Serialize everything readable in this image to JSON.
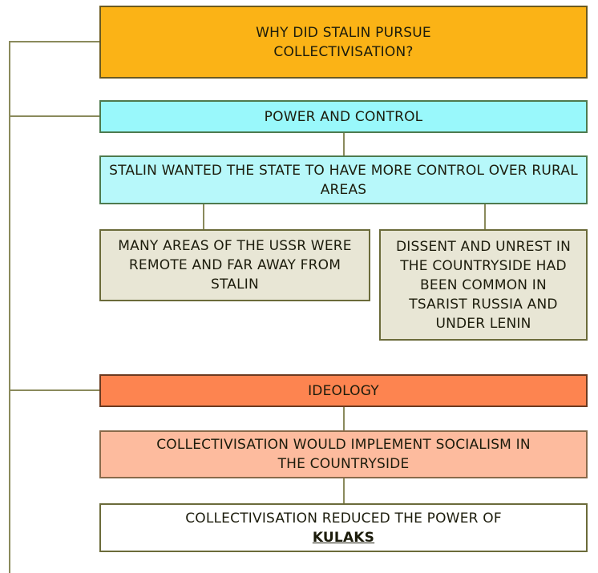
{
  "title": {
    "text": "WHY DID STALIN PURSUE COLLECTIVISATION?",
    "color": "#fbb316"
  },
  "sections": [
    {
      "heading": "POWER AND CONTROL",
      "heading_color": "#99f8fb",
      "statement": "STALIN WANTED THE STATE TO HAVE MORE CONTROL OVER RURAL AREAS",
      "statement_color": "#b7f8fa",
      "reasons": [
        {
          "text": "MANY AREAS OF THE USSR WERE REMOTE AND FAR AWAY FROM STALIN",
          "color": "#e8e6d5"
        },
        {
          "text": "DISSENT AND UNREST IN THE COUNTRYSIDE HAD BEEN COMMON IN TSARIST RUSSIA AND UNDER LENIN",
          "color": "#e8e6d5"
        }
      ]
    },
    {
      "heading": "IDEOLOGY",
      "heading_color": "#fd8450",
      "statement": "COLLECTIVISATION WOULD IMPLEMENT SOCIALISM IN THE COUNTRYSIDE",
      "statement_color": "#fdbb9e",
      "reasons": [
        {
          "text_prefix": "COLLECTIVISATION REDUCED THE POWER OF",
          "link": "KULAKS",
          "color": "#ffffff"
        }
      ]
    }
  ]
}
